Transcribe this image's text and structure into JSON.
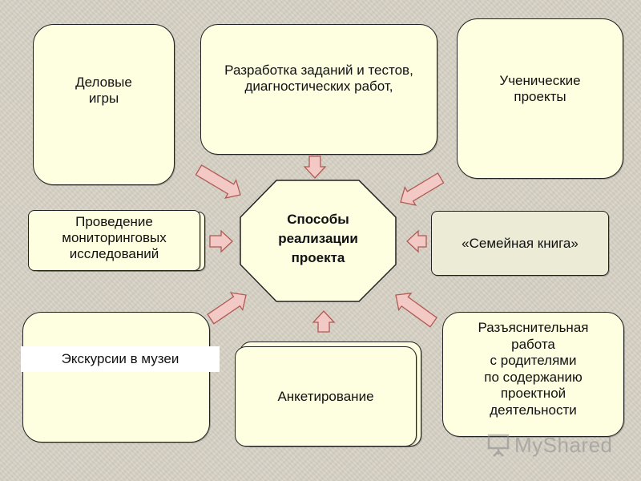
{
  "colors": {
    "box_fill": "#fefee0",
    "box_fill_alt": "#ecebd6",
    "arrow_fill": "#f2c9c4",
    "arrow_stroke": "#b05a55",
    "center_fill": "#fefee0"
  },
  "center": {
    "lines": [
      "Способы",
      "реализации",
      "проекта"
    ]
  },
  "boxes": {
    "business_games": {
      "lines": [
        "Деловые",
        "игры"
      ]
    },
    "tasks_tests": {
      "lines": [
        "Разработка заданий и тестов,",
        "диагностических работ,"
      ]
    },
    "student_projects": {
      "lines": [
        "Ученические",
        "проекты"
      ]
    },
    "monitoring": {
      "lines": [
        "Проведение",
        "мониторинговых",
        "исследований"
      ]
    },
    "family_book": {
      "lines": [
        "«Семейная книга»"
      ]
    },
    "museum_tours": {
      "lines": [
        "Экскурсии в музеи"
      ]
    },
    "survey": {
      "lines": [
        "Анкетирование"
      ]
    },
    "parents_work": {
      "lines": [
        "Разъяснительная",
        "работа",
        "с родителями",
        "по содержанию",
        "проектной",
        "деятельности"
      ]
    }
  },
  "watermark": {
    "text": "MyShared",
    "icon": "presentation-board-icon"
  }
}
